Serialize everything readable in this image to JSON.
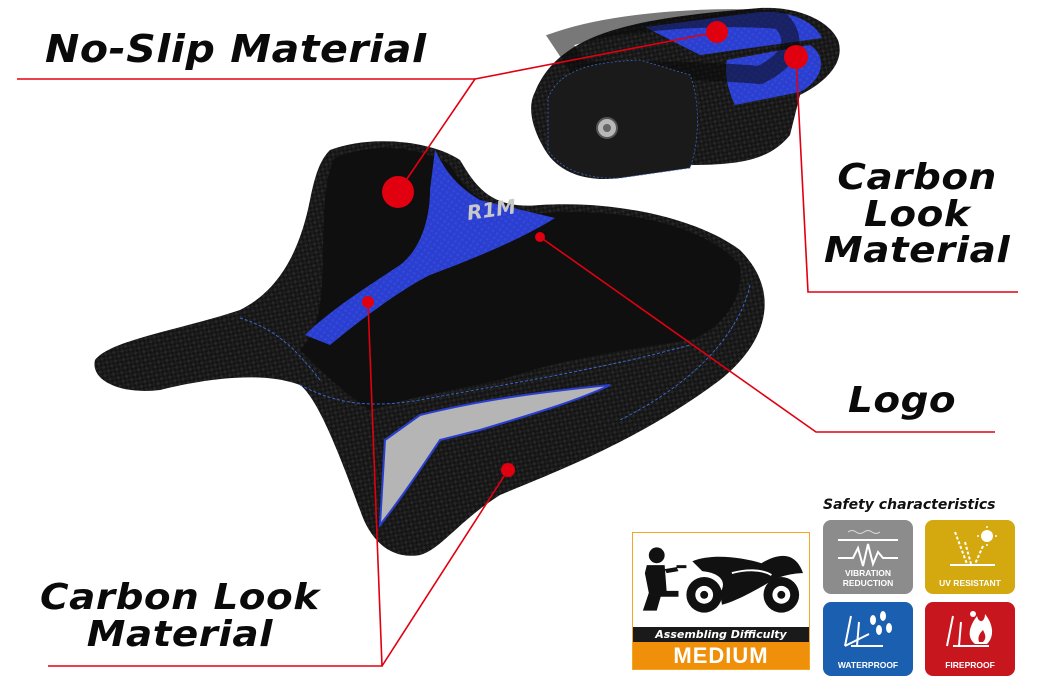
{
  "callouts": {
    "no_slip": "No-Slip Material",
    "carbon_right_line1": "Carbon",
    "carbon_right_line2": "Look",
    "carbon_right_line3": "Material",
    "logo": "Logo",
    "carbon_left_line1": "Carbon Look",
    "carbon_left_line2": "Material"
  },
  "seat": {
    "logo_text": "R1M",
    "colors": {
      "base": "#111111",
      "accent_blue": "#2a3fd0",
      "insert_grey": "#b5b5b5",
      "stitch": "#3a66c8"
    }
  },
  "leader_color": "#e00010",
  "assembly": {
    "strip_label": "Assembling Difficulty",
    "level": "MEDIUM",
    "accent": "#f0900a"
  },
  "safety": {
    "title": "Safety characteristics",
    "tiles": [
      {
        "label_line1": "VIBRATION",
        "label_line2": "REDUCTION",
        "icon": "vibration-icon",
        "color": "#8c8c8c"
      },
      {
        "label_line1": "UV RESISTANT",
        "label_line2": "",
        "icon": "uv-sun-icon",
        "color": "#d4a80f"
      },
      {
        "label_line1": "WATERPROOF",
        "label_line2": "",
        "icon": "water-drops-icon",
        "color": "#1b5fb0"
      },
      {
        "label_line1": "FIREPROOF",
        "label_line2": "",
        "icon": "flame-icon",
        "color": "#c8161e"
      }
    ]
  }
}
